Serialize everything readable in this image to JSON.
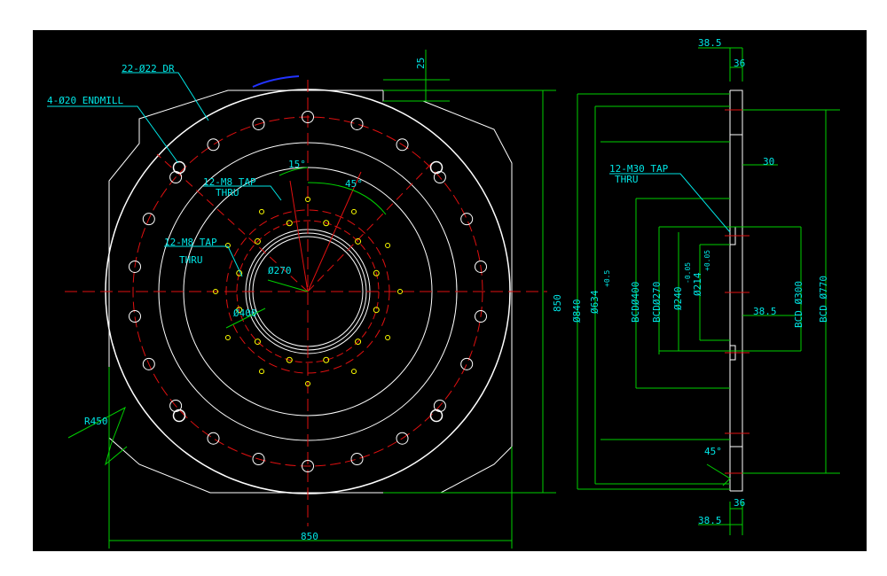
{
  "colors": {
    "background": "#000000",
    "geometry": "#ffffff",
    "centerline": "#e01010",
    "dimension": "#00d000",
    "leader_text": "#00e5e5",
    "tapped_hole": "#ffff00",
    "accent_arc": "#2233ff"
  },
  "front_view": {
    "label_bolt_holes": "22-Ø22 DR",
    "label_endmill": "4-Ø20 ENDMILL",
    "label_tap_outer_1": "12-M8 TAP",
    "label_tap_outer_2": "THRU",
    "label_tap_inner_1": "12-M8 TAP",
    "label_tap_inner_2": "THRU",
    "dim_angle_15": "15°",
    "dim_angle_45": "45°",
    "dim_bcd_270": "Ø270",
    "dim_bcd_400": "Ø400",
    "dim_radius": "R450",
    "dim_width": "850",
    "dim_height": "850",
    "dim_flat": "25"
  },
  "side_view": {
    "label_tap_1": "12-M30 TAP",
    "label_tap_2": "THRU",
    "dim_top_38_5": "38.5",
    "dim_top_36": "36",
    "dim_30": "30",
    "dim_mid_38_5": "38.5",
    "dim_bot_38_5": "38.5",
    "dim_bot_36": "36",
    "dim_chamfer": "45°",
    "dim_d840": "Ø840",
    "dim_d634": "Ø634",
    "dim_d634_tol": "+0.5",
    "dim_bcd400": "BCDØ400",
    "dim_bcd270": "BCDØ270",
    "dim_d240": "Ø240",
    "dim_d240_tol": "-0.05",
    "dim_d214": "Ø214",
    "dim_d214_tol": "+0.05",
    "dim_bcd300": "BCD Ø300",
    "dim_bcd770": "BCD Ø770"
  }
}
